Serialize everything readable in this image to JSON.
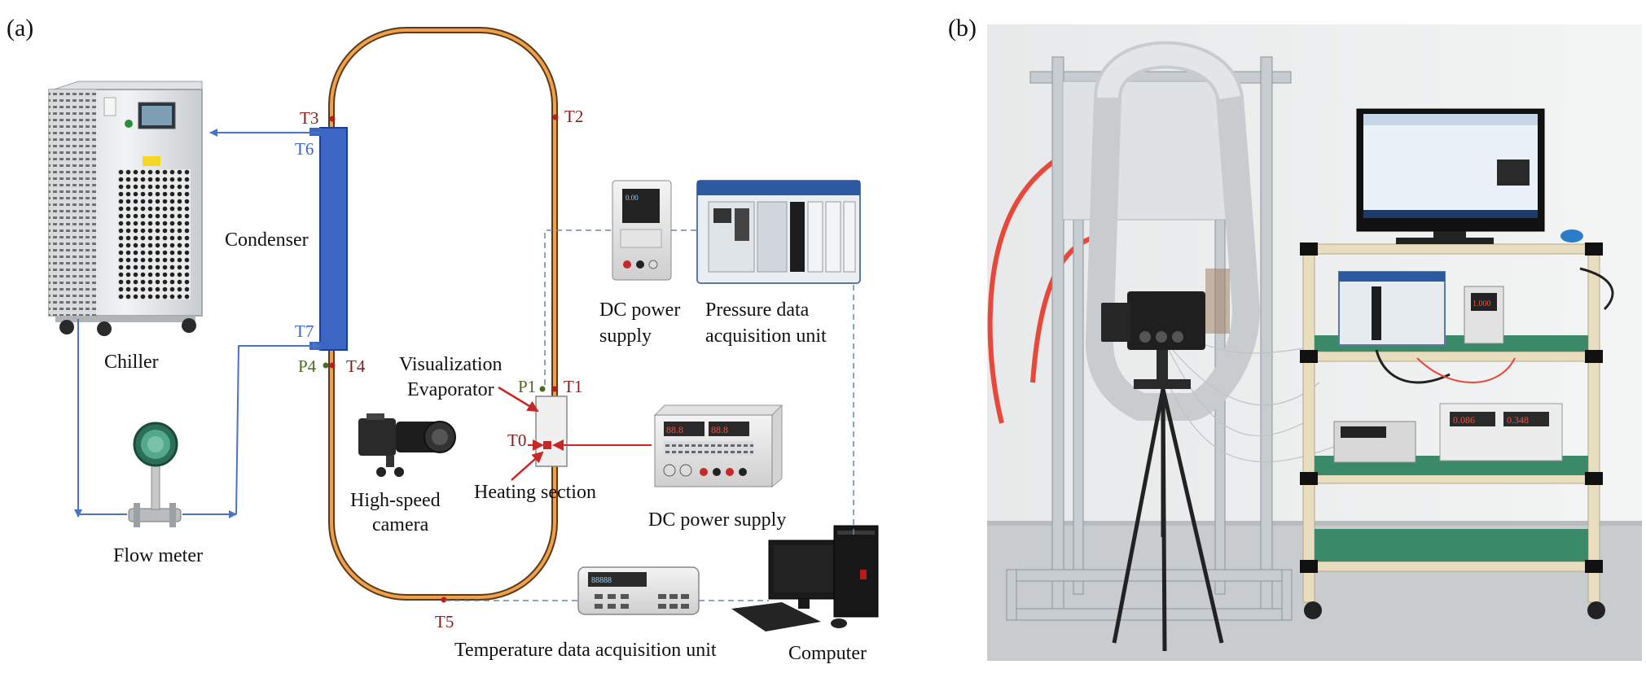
{
  "panels": {
    "a": "(a)",
    "b": "(b)"
  },
  "colors": {
    "loop_outer": "#5a3a1a",
    "loop_inner": "#f0a048",
    "condenser": "#3b66c4",
    "water_line": "#4a74c0",
    "temp_label": "#8b1a1a",
    "pressure_label": "#4b6b1e",
    "heat_arrow": "#c62828",
    "signal_dash": "#6a86a8"
  },
  "diagram": {
    "labels": {
      "chiller": "Chiller",
      "flow_meter": "Flow meter",
      "condenser": "Condenser",
      "dc_power_supply_top": [
        "DC power",
        "supply"
      ],
      "pressure_daq": [
        "Pressure data",
        "acquisition unit"
      ],
      "visualization_evaporator": [
        "Visualization",
        "Evaporator"
      ],
      "high_speed_camera": [
        "High-speed",
        "camera"
      ],
      "heating_section": "Heating section",
      "dc_power_supply_bottom": "DC power supply",
      "temperature_daq": "Temperature data acquisition unit",
      "computer": "Computer"
    },
    "sensors": {
      "T0": "T0",
      "T1": "T1",
      "T2": "T2",
      "T3": "T3",
      "T4": "T4",
      "T5": "T5",
      "T6": "T6",
      "T7": "T7",
      "P1": "P1",
      "P4": "P4"
    },
    "devices": {
      "chiller": "chiller",
      "flow_meter": "turbine-flow-meter",
      "dc_power_supply_top": "bench-power-supply",
      "pressure_daq": "pxi-chassis",
      "dc_power_supply_bottom": "bench-power-supply",
      "high_speed_camera": "camera",
      "temperature_daq": "data-acquisition-unit",
      "computer": "desktop-computer"
    }
  },
  "photo": {
    "description_icon": "lab-photo-test-rig"
  }
}
